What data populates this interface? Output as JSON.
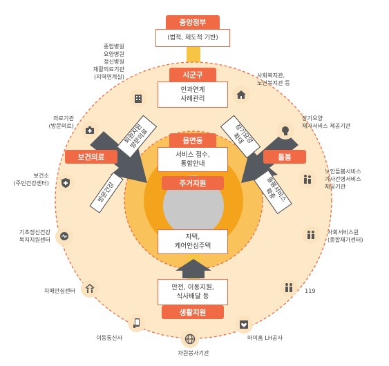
{
  "center_top": {
    "central_gov_label": "중앙정부",
    "central_gov_box": "(법적, 제도적 기반)",
    "sigungu_label": "시군구",
    "sigungu_box": "인과연계\n사례관리",
    "eupmyeon_label": "읍면동",
    "eupmyeon_box": "서비스 접수,\n통합안내"
  },
  "core": {
    "housing_label": "주거지원",
    "housing_box": "자택,\n케어안심주택"
  },
  "bottom": {
    "living_box": "안전, 이동지원,\n식사배달 등",
    "living_label": "생활지원"
  },
  "sides": {
    "health_label": "보건의료",
    "care_label": "돌봄"
  },
  "arrows": {
    "left_top": "퇴원지원\n방문의료",
    "left_bottom": "방문건강",
    "right_top": "장기요양\n확대",
    "right_bottom": "돌봄서비스\n확충"
  },
  "outer_labels": {
    "hospitals": "종합병원\n요양병원\n정신병원\n재활의료기관\n(지역연계실)",
    "welfare_center": "사회복지관,\n노인복지관 등",
    "medical": "의료기관\n(방문의료)",
    "ltc": "장기요양\n재가서비스 제공기관",
    "health_center": "보건소\n(주민건강센터)",
    "elder_care": "노인돌봄서비스\n가사간병서비스\n제공기관",
    "mental_health": "기초정신건강\n복지지원센터",
    "social_service": "사회서비스원\n(종합재가센터)",
    "dementia": "치매안심센터",
    "emergency": "119",
    "telecom": "이동통신사",
    "lh": "마이홈 LH공사",
    "volunteer": "자원봉사기관"
  },
  "colors": {
    "accent": "#f06a45",
    "outer_ring": "#fde9c7",
    "middle_ring": "#fac25a",
    "inner_ring": "#f4a41c",
    "core": "#c8c8c8",
    "arrow": "#555a61",
    "connector": "#f6c544"
  },
  "icons": {
    "hospitals": "hospital-building-icon",
    "welfare_center": "house-icon",
    "medical": "medical-kit-icon",
    "ltc": "head-profile-icon",
    "health_center": "shield-plus-icon",
    "elder_care": "elder-people-icon",
    "mental_health": "brain-head-icon",
    "social_service": "people-icon",
    "dementia": "family-icon",
    "emergency": "ambulance-person-icon",
    "telecom": "phone-hand-icon",
    "lh": "heart-home-icon",
    "volunteer": "globe-icon"
  }
}
